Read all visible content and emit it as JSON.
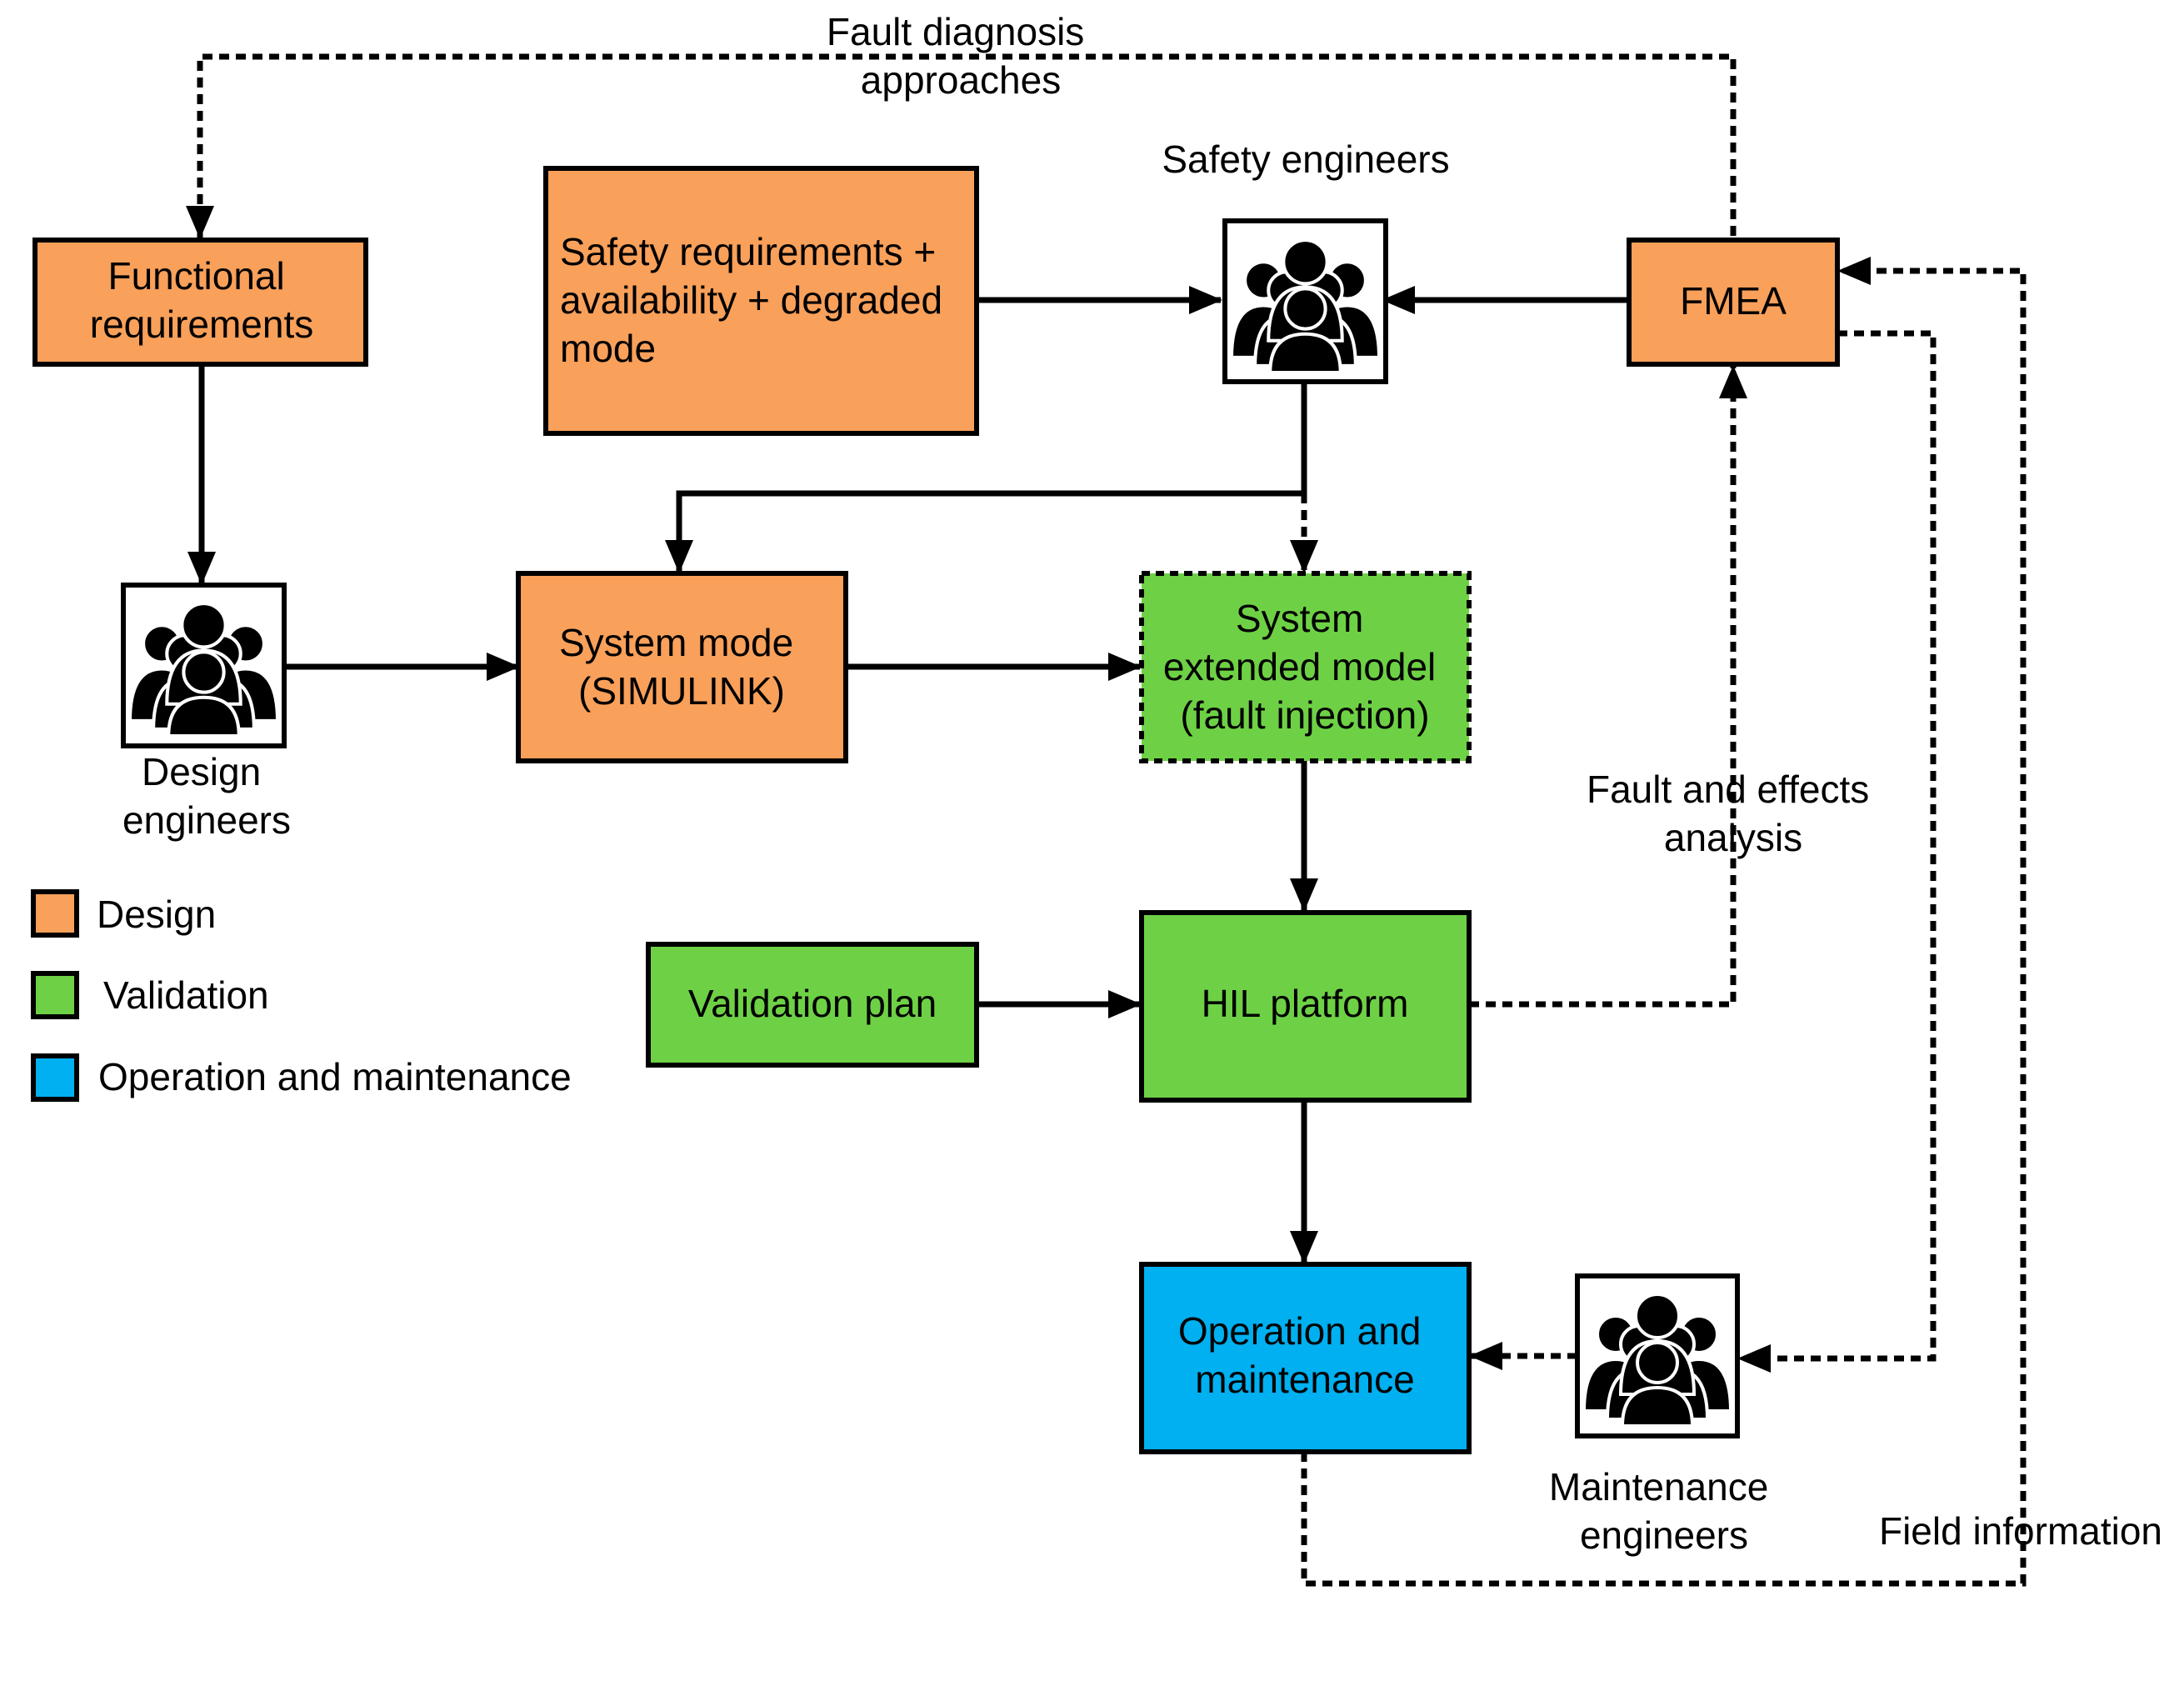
{
  "nodes": {
    "functional_requirements": {
      "lines": [
        "Functional",
        "requirements"
      ],
      "color": "#F9A05A"
    },
    "safety_requirements": {
      "lines": [
        "Safety requirements +",
        "availability + degraded",
        "mode"
      ],
      "color": "#F9A05A"
    },
    "fmea": {
      "lines": [
        "FMEA"
      ],
      "color": "#F9A05A"
    },
    "system_model": {
      "lines": [
        "System mode",
        "(SIMULINK)"
      ],
      "color": "#F9A05A"
    },
    "system_extended_model": {
      "lines": [
        "System",
        "extended model",
        "(fault injection)"
      ],
      "color": "#6ED145"
    },
    "validation_plan": {
      "lines": [
        "Validation plan"
      ],
      "color": "#6ED145"
    },
    "hil_platform": {
      "lines": [
        "HIL platform"
      ],
      "color": "#6ED145"
    },
    "operation_maintenance": {
      "lines": [
        "Operation and",
        "maintenance"
      ],
      "color": "#00B0F0"
    }
  },
  "actors": {
    "safety_engineers": {
      "lines": [
        "Safety engineers"
      ],
      "icon": "people-group-icon"
    },
    "design_engineers": {
      "lines": [
        "Design",
        "engineers"
      ],
      "icon": "people-group-icon"
    },
    "maintenance_engineers": {
      "lines": [
        "Maintenance",
        "engineers"
      ],
      "icon": "people-group-icon"
    }
  },
  "annotations": {
    "fault_diagnosis": [
      "Fault diagnosis",
      "approaches"
    ],
    "fault_effects": [
      "Fault and effects",
      "analysis"
    ],
    "field_information": [
      "Field information"
    ]
  },
  "legend": [
    {
      "label": "Design",
      "color": "#F9A05A"
    },
    {
      "label": "Validation",
      "color": "#6ED145"
    },
    {
      "label": "Operation and maintenance",
      "color": "#00B0F0"
    }
  ]
}
